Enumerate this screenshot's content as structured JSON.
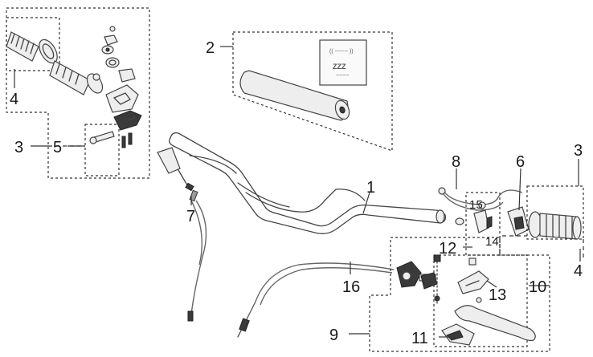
{
  "diagram": {
    "callouts": {
      "c1": "1",
      "c2": "2",
      "c3_left": "3",
      "c3_right": "3",
      "c4_left": "4",
      "c4_right": "4",
      "c5": "5",
      "c6": "6",
      "c7": "7",
      "c8": "8",
      "c9": "9",
      "c10": "10",
      "c11": "11",
      "c12": "12",
      "c13": "13",
      "c14": "14",
      "c15": "15",
      "c16": "16"
    }
  }
}
